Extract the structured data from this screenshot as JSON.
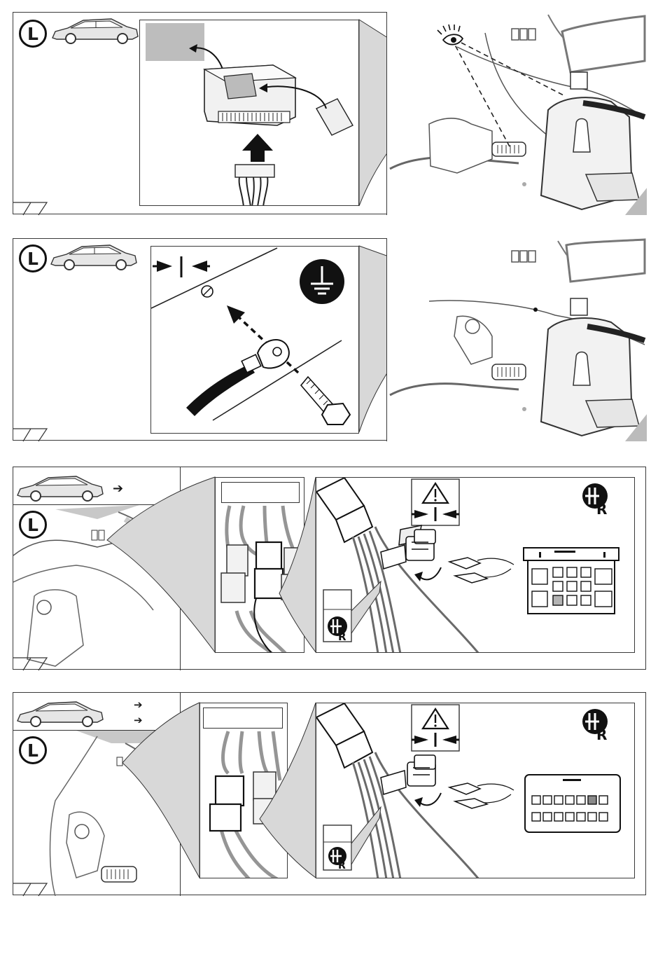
{
  "colors": {
    "line": "#3a3a3a",
    "callout_gray": "#d8d8d8",
    "highlight_gray": "#b4b4b4",
    "dark": "#111111",
    "harness_gray": "#8a8a8a"
  },
  "panels": [
    {
      "id": 1,
      "side_badge": "L",
      "icons": [
        "car-side-icon",
        "eye-icon",
        "relay-box-icon",
        "connector-icon",
        "push-arrow-icon",
        "adhesive-pad-icon"
      ]
    },
    {
      "id": 2,
      "side_badge": "L",
      "icons": [
        "car-side-icon",
        "clearance-arrows-icon",
        "ground-symbol-icon",
        "ring-terminal-icon",
        "bolt-icon"
      ]
    },
    {
      "id": 3,
      "side_badge": "L",
      "direction_arrows": [
        "➔"
      ],
      "icons": [
        "car-side-icon",
        "connector-plug-icon",
        "warning-icon",
        "clearance-arrows-icon",
        "harness-r-icon",
        "pliers-icon",
        "fuse-box-icon"
      ]
    },
    {
      "id": 4,
      "side_badge": "L",
      "direction_arrows": [
        "➔",
        "➔"
      ],
      "icons": [
        "car-side-icon",
        "connector-plug-icon",
        "warning-icon",
        "clearance-arrows-icon",
        "harness-r-icon",
        "pliers-icon",
        "fuse-box-icon"
      ]
    }
  ],
  "harness_mark_letter": "R"
}
